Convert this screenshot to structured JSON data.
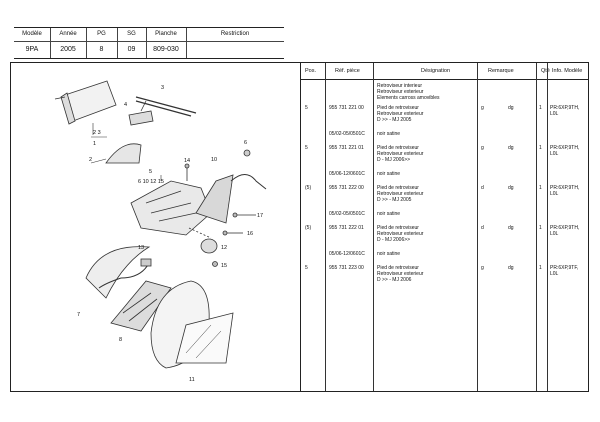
{
  "header": {
    "labels": {
      "modele": "Modèle",
      "annee": "Année",
      "pg": "PG",
      "sg": "SG",
      "planche": "Planche",
      "restriction": "Restriction"
    },
    "values": {
      "modele": "9PA",
      "annee": "2005",
      "pg": "8",
      "sg": "09",
      "planche": "809-030",
      "restriction": ""
    }
  },
  "table": {
    "columns": {
      "pos": "Pos.",
      "ref": "Réf. pièce",
      "designation": "Désignation",
      "remarque": "Remarque",
      "qte": "Qté",
      "info": "Info. Modèle"
    },
    "intro": [
      "Retroviseur interieur",
      "Retroviseur exterieur",
      "Elements carross amovibles"
    ],
    "rows": [
      {
        "pos": "5",
        "ref": "955 731 221 00",
        "lines": [
          "Pied de retroviseur",
          "Retroviseur exterieur",
          "D          >>  -   MJ 2005"
        ],
        "rem1": "g",
        "rem2": "dg",
        "qte": "1",
        "info": [
          "PR:6XP,9TH,",
          "L0L"
        ]
      },
      {
        "pos": "",
        "ref": "05/02-05/0501C",
        "lines": [
          "noir satine"
        ],
        "rem1": "",
        "rem2": "",
        "qte": "",
        "info": []
      },
      {
        "pos": "5",
        "ref": "955 731 221 01",
        "lines": [
          "Pied de retroviseur",
          "Retroviseur exterieur",
          "D -   MJ 2006>>"
        ],
        "rem1": "g",
        "rem2": "dg",
        "qte": "1",
        "info": [
          "PR:6XP,9TH,",
          "L0L"
        ]
      },
      {
        "pos": "",
        "ref": "05/06-12/0601C",
        "lines": [
          "noir satine"
        ],
        "rem1": "",
        "rem2": "",
        "qte": "",
        "info": []
      },
      {
        "pos": "(5)",
        "ref": "955 731 222 00",
        "lines": [
          "Pied de retroviseur",
          "Retroviseur exterieur",
          "D          >>  -   MJ 2005"
        ],
        "rem1": "d",
        "rem2": "dg",
        "qte": "1",
        "info": [
          "PR:6XP,9TH,",
          "L0L"
        ]
      },
      {
        "pos": "",
        "ref": "05/02-05/0501C",
        "lines": [
          "noir satine"
        ],
        "rem1": "",
        "rem2": "",
        "qte": "",
        "info": []
      },
      {
        "pos": "(5)",
        "ref": "955 731 222 01",
        "lines": [
          "Pied de retroviseur",
          "Retroviseur exterieur",
          "D -   MJ 2006>>"
        ],
        "rem1": "d",
        "rem2": "dg",
        "qte": "1",
        "info": [
          "PR:6XP,9TH,",
          "L0L"
        ]
      },
      {
        "pos": "",
        "ref": "05/06-12/0601C",
        "lines": [
          "noir satine"
        ],
        "rem1": "",
        "rem2": "",
        "qte": "",
        "info": []
      },
      {
        "pos": "5",
        "ref": "955 731 223 00",
        "lines": [
          "Pied de retroviseur",
          "Retroviseur exterieur",
          "D          >>  -   MJ 2006"
        ],
        "rem1": "g",
        "rem2": "dg",
        "qte": "1",
        "info": [
          "PR:6XP,9TF,",
          "L0L"
        ]
      }
    ]
  },
  "diagram": {
    "callouts": [
      "1",
      "2",
      "3",
      "4",
      "5",
      "6 10 12 15",
      "6",
      "7",
      "8",
      "10",
      "11",
      "12",
      "13",
      "14",
      "15",
      "16",
      "17",
      "2 3"
    ]
  }
}
